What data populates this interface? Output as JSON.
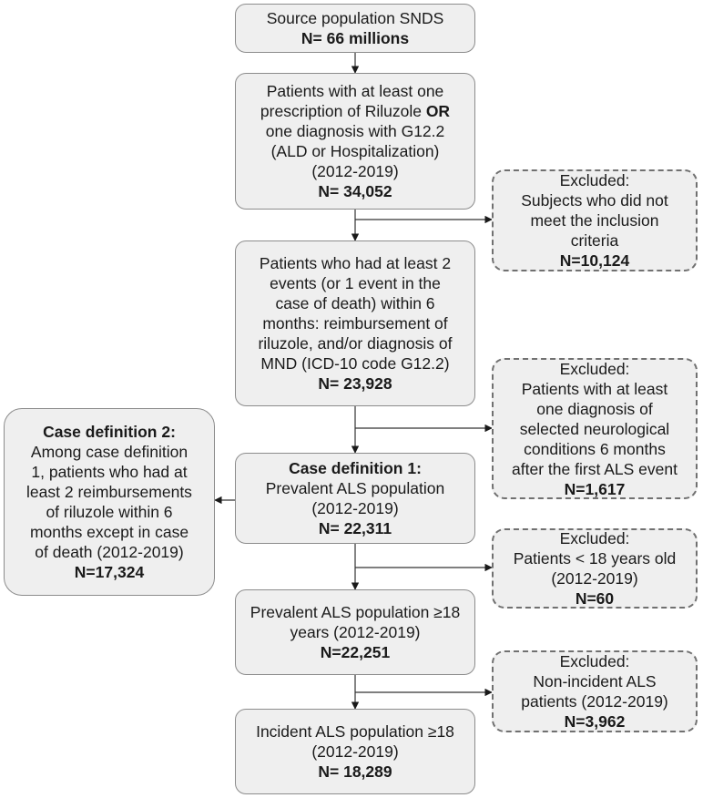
{
  "boxes": {
    "source": {
      "lines": [
        "Source population SNDS"
      ],
      "n": "N= 66 millions"
    },
    "prescription": {
      "line1_pre": "Patients with at least one",
      "line2_pre": "prescription of Riluzole ",
      "line2_bold": "OR",
      "lines": [
        "one diagnosis with G12.2",
        "(ALD or Hospitalization)",
        "(2012-2019)"
      ],
      "n": "N= 34,052"
    },
    "two_events": {
      "lines": [
        "Patients who had at least 2",
        "events (or 1 event in the",
        "case of death) within 6",
        "months: reimbursement of",
        "riluzole, and/or diagnosis of",
        "MND (ICD-10 code G12.2)"
      ],
      "n": "N= 23,928"
    },
    "case_def_1": {
      "title": "Case definition 1:",
      "lines": [
        "Prevalent ALS population",
        "(2012-2019)"
      ],
      "n": "N= 22,311"
    },
    "case_def_2": {
      "title": "Case definition 2:",
      "lines": [
        "Among case definition",
        "1, patients who had at",
        "least 2 reimbursements",
        "of riluzole within 6",
        "months except in case",
        "of death (2012-2019)"
      ],
      "n": "N=17,324"
    },
    "prevalent_18": {
      "lines": [
        "Prevalent ALS population ≥18",
        "years (2012-2019)"
      ],
      "n": "N=22,251"
    },
    "incident_18": {
      "lines": [
        "Incident ALS population ≥18",
        "(2012-2019)"
      ],
      "n": "N= 18,289"
    }
  },
  "exclusions": {
    "excl_1": {
      "lines": [
        "Excluded:",
        "Subjects who did not",
        "meet the inclusion",
        "criteria"
      ],
      "n": "N=10,124"
    },
    "excl_2": {
      "lines": [
        "Excluded:",
        "Patients with at least",
        "one diagnosis of",
        "selected neurological",
        "conditions 6 months",
        "after the first ALS event"
      ],
      "n": "N=1,617"
    },
    "excl_3": {
      "lines": [
        "Excluded:",
        "Patients < 18 years old",
        "(2012-2019)"
      ],
      "n": "N=60"
    },
    "excl_4": {
      "lines": [
        "Excluded:",
        "Non-incident ALS",
        "patients (2012-2019)"
      ],
      "n": "N=3,962"
    }
  }
}
